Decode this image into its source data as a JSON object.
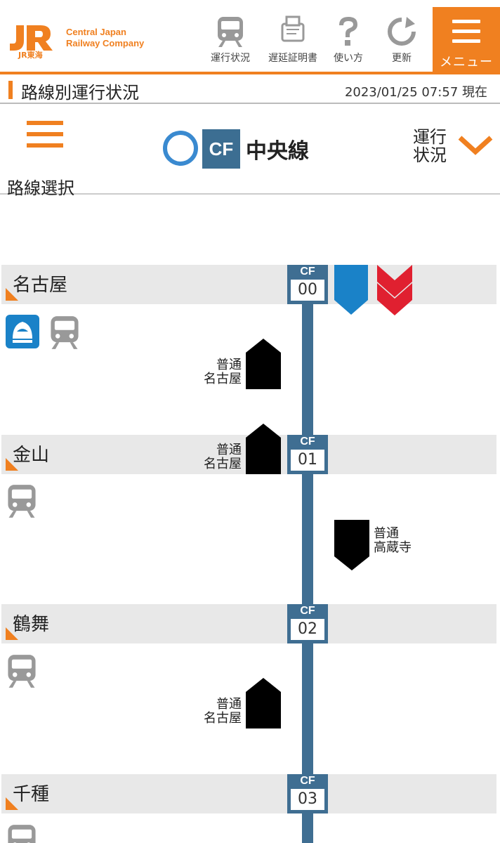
{
  "header": {
    "logo_mark": "JR",
    "logo_sub": "JR東海",
    "company_line1": "Central Japan",
    "company_line2": "Railway Company",
    "nav": [
      {
        "label": "運行状況",
        "icon": "train-icon"
      },
      {
        "label": "遅延証明書",
        "icon": "certificate-icon"
      },
      {
        "label": "使い方",
        "icon": "question-icon"
      },
      {
        "label": "更新",
        "icon": "refresh-icon"
      }
    ],
    "menu_label": "メニュー"
  },
  "titlebar": {
    "title": "路線別運行状況",
    "timestamp": "2023/01/25 07:57 現在"
  },
  "linebar": {
    "select_label": "路線選択",
    "line_code": "CF",
    "line_name": "中央線",
    "status_label": "運行状況"
  },
  "stations": [
    {
      "name": "名古屋",
      "code": "CF",
      "num": "00"
    },
    {
      "name": "金山",
      "code": "CF",
      "num": "01"
    },
    {
      "name": "鶴舞",
      "code": "CF",
      "num": "02"
    },
    {
      "name": "千種",
      "code": "CF",
      "num": "03"
    }
  ],
  "trains": [
    {
      "type": "普通",
      "dest": "名古屋",
      "direction": "up"
    },
    {
      "type": "普通",
      "dest": "名古屋",
      "direction": "up"
    },
    {
      "type": "普通",
      "dest": "高蔵寺",
      "direction": "down"
    },
    {
      "type": "普通",
      "dest": "名古屋",
      "direction": "up"
    }
  ],
  "colors": {
    "accent": "#f08020",
    "line_blue": "#3f6e92",
    "circle_blue": "#3a8ad0",
    "alert_red": "#e02030",
    "terminus_blue": "#1a82c8"
  }
}
